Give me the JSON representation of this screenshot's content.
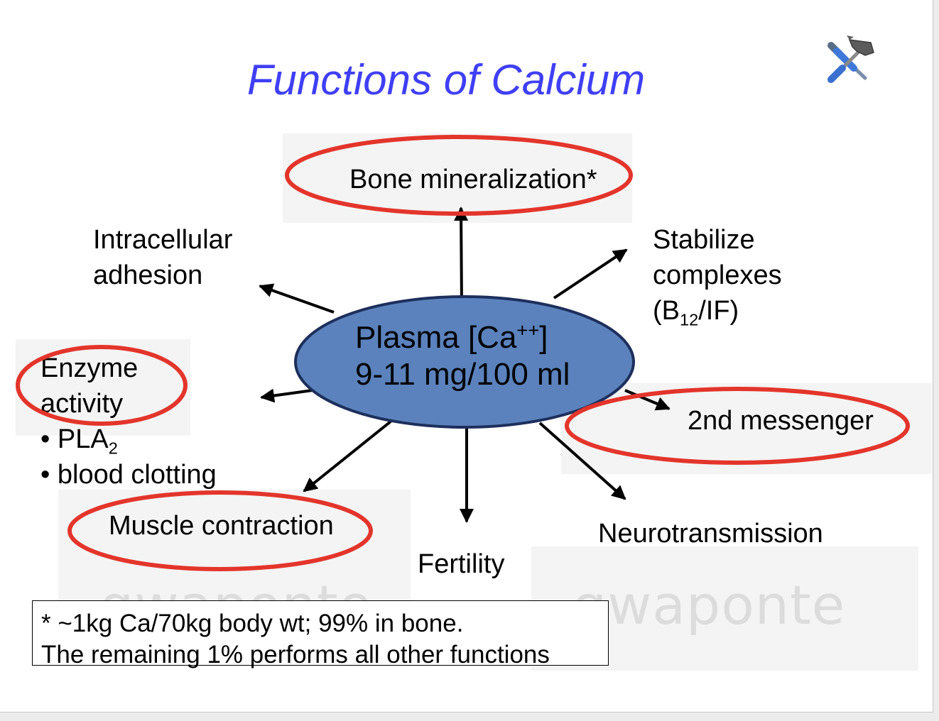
{
  "title": "Functions of Calcium",
  "center": {
    "line1_text": "Plasma [Ca",
    "line1_sup": "++",
    "line1_close": "]",
    "line2": "9-11 mg/100 ml"
  },
  "functions": {
    "bone": "Bone mineralization*",
    "adhesion_line1": "Intracellular",
    "adhesion_line2": "adhesion",
    "stabilize_line1": "Stabilize",
    "stabilize_line2": "complexes",
    "stabilize_b": "(B",
    "stabilize_sub": "12",
    "stabilize_rest": "/IF)",
    "enzyme_line1": "Enzyme",
    "enzyme_line2": "activity",
    "enzyme_bullet1": "• PLA",
    "enzyme_bullet1_sub": "2",
    "enzyme_bullet2": "• blood clotting",
    "messenger": "2nd messenger",
    "muscle": "Muscle contraction",
    "fertility": "Fertility",
    "neuro": "Neurotransmission"
  },
  "footnote": {
    "line1": "* ~1kg Ca/70kg body wt; 99% in bone.",
    "line2": "The remaining 1% performs all other functions"
  },
  "watermark": "gwaponte",
  "colors": {
    "title": "#3f3ff5",
    "ellipse_fill": "#5b82bd",
    "highlight": "#e3352b"
  },
  "icon": "tools-icon"
}
